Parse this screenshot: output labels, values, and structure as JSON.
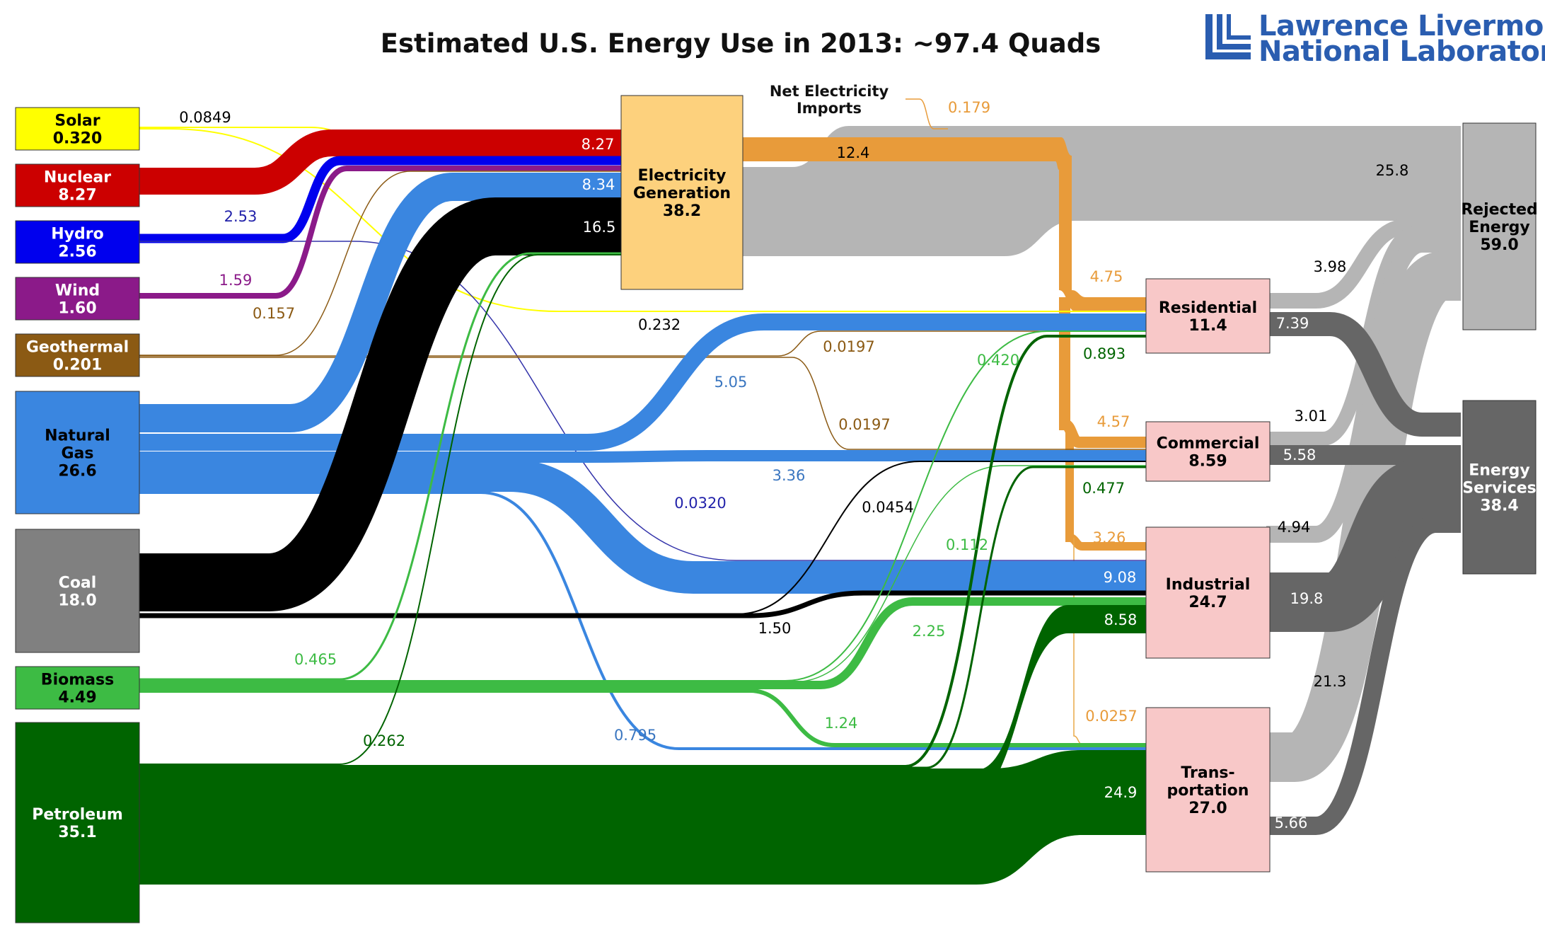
{
  "title": "Estimated U.S. Energy Use in 2013: ~97.4 Quads",
  "logo": {
    "line1": "Lawrence Livermore",
    "line2": "National Laboratory",
    "color": "#2a5db0"
  },
  "units": "quads",
  "sources": [
    {
      "id": "solar",
      "name": "Solar",
      "value": "0.320",
      "color": "#ffff00"
    },
    {
      "id": "nuclear",
      "name": "Nuclear",
      "value": "8.27",
      "color": "#cc0000"
    },
    {
      "id": "hydro",
      "name": "Hydro",
      "value": "2.56",
      "color": "#0000ee"
    },
    {
      "id": "wind",
      "name": "Wind",
      "value": "1.60",
      "color": "#8b1a89"
    },
    {
      "id": "geothermal",
      "name": "Geothermal",
      "value": "0.201",
      "color": "#8b5a14"
    },
    {
      "id": "natural_gas",
      "name": "Natural Gas",
      "value": "26.6",
      "color": "#3a86e0"
    },
    {
      "id": "coal",
      "name": "Coal",
      "value": "18.0",
      "color": "#808080"
    },
    {
      "id": "biomass",
      "name": "Biomass",
      "value": "4.49",
      "color": "#3dbb44"
    },
    {
      "id": "petroleum",
      "name": "Petroleum",
      "value": "35.1",
      "color": "#006400"
    }
  ],
  "hub": {
    "id": "electricity",
    "name": "Electricity Generation",
    "value": "38.2",
    "color": "#fdd17d"
  },
  "net_imports": {
    "label": "Net Electricity Imports",
    "value": "0.179"
  },
  "sectors": [
    {
      "id": "residential",
      "name": "Residential",
      "value": "11.4"
    },
    {
      "id": "commercial",
      "name": "Commercial",
      "value": "8.59"
    },
    {
      "id": "industrial",
      "name": "Industrial",
      "value": "24.7"
    },
    {
      "id": "transportation",
      "name": "Trans-portation",
      "value": "27.0"
    }
  ],
  "sinks": [
    {
      "id": "rejected",
      "name": "Rejected Energy",
      "value": "59.0"
    },
    {
      "id": "services",
      "name": "Energy Services",
      "value": "38.4"
    }
  ],
  "flows": [
    {
      "from": "Solar",
      "to": "Electricity Generation",
      "value": "0.0849"
    },
    {
      "from": "Solar",
      "to": "Residential",
      "value": "0.232"
    },
    {
      "from": "Nuclear",
      "to": "Electricity Generation",
      "value": "8.27"
    },
    {
      "from": "Hydro",
      "to": "Electricity Generation",
      "value": "2.53"
    },
    {
      "from": "Hydro",
      "to": "Industrial",
      "value": "0.0320"
    },
    {
      "from": "Wind",
      "to": "Electricity Generation",
      "value": "1.59"
    },
    {
      "from": "Geothermal",
      "to": "Electricity Generation",
      "value": "0.157"
    },
    {
      "from": "Geothermal",
      "to": "Residential",
      "value": "0.0197"
    },
    {
      "from": "Geothermal",
      "to": "Commercial",
      "value": "0.0197"
    },
    {
      "from": "Natural Gas",
      "to": "Electricity Generation",
      "value": "8.34"
    },
    {
      "from": "Natural Gas",
      "to": "Residential",
      "value": "5.05"
    },
    {
      "from": "Natural Gas",
      "to": "Commercial",
      "value": "3.36"
    },
    {
      "from": "Natural Gas",
      "to": "Industrial",
      "value": "9.08"
    },
    {
      "from": "Natural Gas",
      "to": "Transportation",
      "value": "0.795"
    },
    {
      "from": "Coal",
      "to": "Electricity Generation",
      "value": "16.5"
    },
    {
      "from": "Coal",
      "to": "Commercial",
      "value": "0.0454"
    },
    {
      "from": "Coal",
      "to": "Industrial",
      "value": "1.50"
    },
    {
      "from": "Biomass",
      "to": "Electricity Generation",
      "value": "0.465"
    },
    {
      "from": "Biomass",
      "to": "Residential",
      "value": "0.420"
    },
    {
      "from": "Biomass",
      "to": "Commercial",
      "value": "0.112"
    },
    {
      "from": "Biomass",
      "to": "Industrial",
      "value": "2.25"
    },
    {
      "from": "Biomass",
      "to": "Transportation",
      "value": "1.24"
    },
    {
      "from": "Petroleum",
      "to": "Electricity Generation",
      "value": "0.262"
    },
    {
      "from": "Petroleum",
      "to": "Residential",
      "value": "0.893"
    },
    {
      "from": "Petroleum",
      "to": "Commercial",
      "value": "0.477"
    },
    {
      "from": "Petroleum",
      "to": "Industrial",
      "value": "8.58"
    },
    {
      "from": "Petroleum",
      "to": "Transportation",
      "value": "24.9"
    },
    {
      "from": "Electricity Generation",
      "to": "Electricity (delivered)",
      "value": "12.4"
    },
    {
      "from": "Electricity Generation",
      "to": "Rejected Energy",
      "value": "25.8"
    },
    {
      "from": "Electricity",
      "to": "Residential",
      "value": "4.75"
    },
    {
      "from": "Electricity",
      "to": "Commercial",
      "value": "4.57"
    },
    {
      "from": "Electricity",
      "to": "Industrial",
      "value": "3.26"
    },
    {
      "from": "Electricity",
      "to": "Transportation",
      "value": "0.0257"
    },
    {
      "from": "Residential",
      "to": "Rejected Energy",
      "value": "3.98"
    },
    {
      "from": "Residential",
      "to": "Energy Services",
      "value": "7.39"
    },
    {
      "from": "Commercial",
      "to": "Rejected Energy",
      "value": "3.01"
    },
    {
      "from": "Commercial",
      "to": "Energy Services",
      "value": "5.58"
    },
    {
      "from": "Industrial",
      "to": "Rejected Energy",
      "value": "4.94"
    },
    {
      "from": "Industrial",
      "to": "Energy Services",
      "value": "19.8"
    },
    {
      "from": "Transportation",
      "to": "Rejected Energy",
      "value": "21.3"
    },
    {
      "from": "Transportation",
      "to": "Energy Services",
      "value": "5.66"
    }
  ]
}
